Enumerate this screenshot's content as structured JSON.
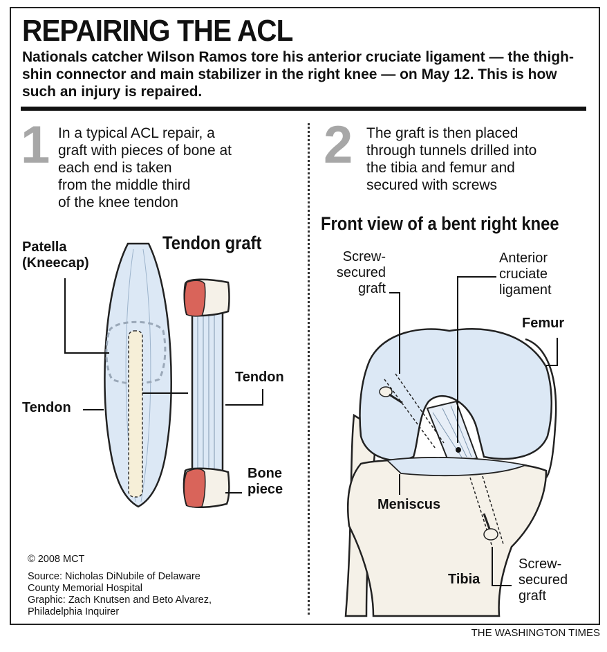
{
  "header": {
    "title": "REPAIRING THE ACL",
    "subtitle": "Nationals catcher Wilson Ramos tore his anterior cruciate ligament — the thigh-shin connector and main stabilizer in the right knee — on May 12. This is how such an injury is repaired."
  },
  "step1": {
    "number": "1",
    "text": "In a typical ACL repair, a\ngraft with pieces of bone at\neach end is taken\nfrom the middle third\nof the knee tendon"
  },
  "step2": {
    "number": "2",
    "text": "The graft is then placed\nthrough tunnels drilled into\nthe tibia and femur and\nsecured with screws"
  },
  "left_diagram": {
    "heading": "Tendon graft",
    "labels": {
      "patella": "Patella\n(Kneecap)",
      "tendon_left": "Tendon",
      "tendon_right": "Tendon",
      "bone_piece": "Bone\npiece"
    }
  },
  "right_diagram": {
    "heading": "Front view of a bent right knee",
    "labels": {
      "screw_graft_top": "Screw-\nsecured\ngraft",
      "acl": "Anterior\ncruciate\nligament",
      "femur": "Femur",
      "meniscus": "Meniscus",
      "tibia": "Tibia",
      "screw_graft_bottom": "Screw-\nsecured\ngraft"
    }
  },
  "credits": {
    "copyright": "© 2008 MCT",
    "source": "Source: Nicholas DiNubile of Delaware\nCounty Memorial Hospital",
    "graphic": "Graphic: Zach Knutsen and Beto Alvarez,\nPhiladelphia Inquirer"
  },
  "footer": "THE WASHINGTON TIMES",
  "colors": {
    "tendon_blue": "#dce8f5",
    "bone_cream": "#f5f1e8",
    "marrow_red": "#d9645a",
    "step_gray": "#a7a7a7"
  }
}
